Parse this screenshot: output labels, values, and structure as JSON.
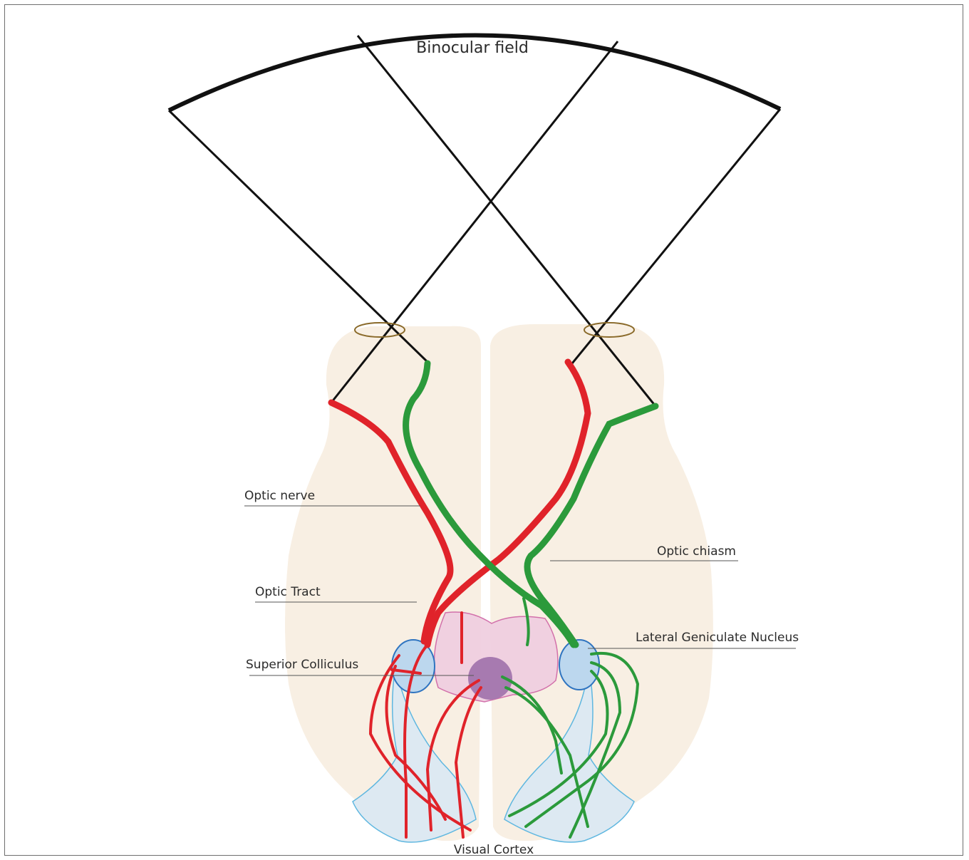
{
  "diagram": {
    "labels": {
      "binocular_field": "Binocular field",
      "optic_nerve": "Optic nerve",
      "optic_chiasm": "Optic chiasm",
      "optic_tract": "Optic Tract",
      "lateral_geniculate_nucleus": "Lateral Geniculate Nucleus",
      "superior_colliculus": "Superior Colliculus",
      "visual_cortex": "Visual Cortex"
    },
    "colors": {
      "red_pathway": "#e0232a",
      "green_pathway": "#2b9a3b",
      "brain": "#f8efe3",
      "lgn": "#bcd7ee",
      "lgn_outline": "#2f74c0",
      "cortex": "#dde9f2",
      "cortex_outline": "#5fb7e0",
      "thalamus": "#f0cfe0",
      "thalamus_outline": "#d06aa8",
      "colliculus": "#a77ab0",
      "lens": "#8a6a2a",
      "field_lines": "#111111"
    }
  }
}
